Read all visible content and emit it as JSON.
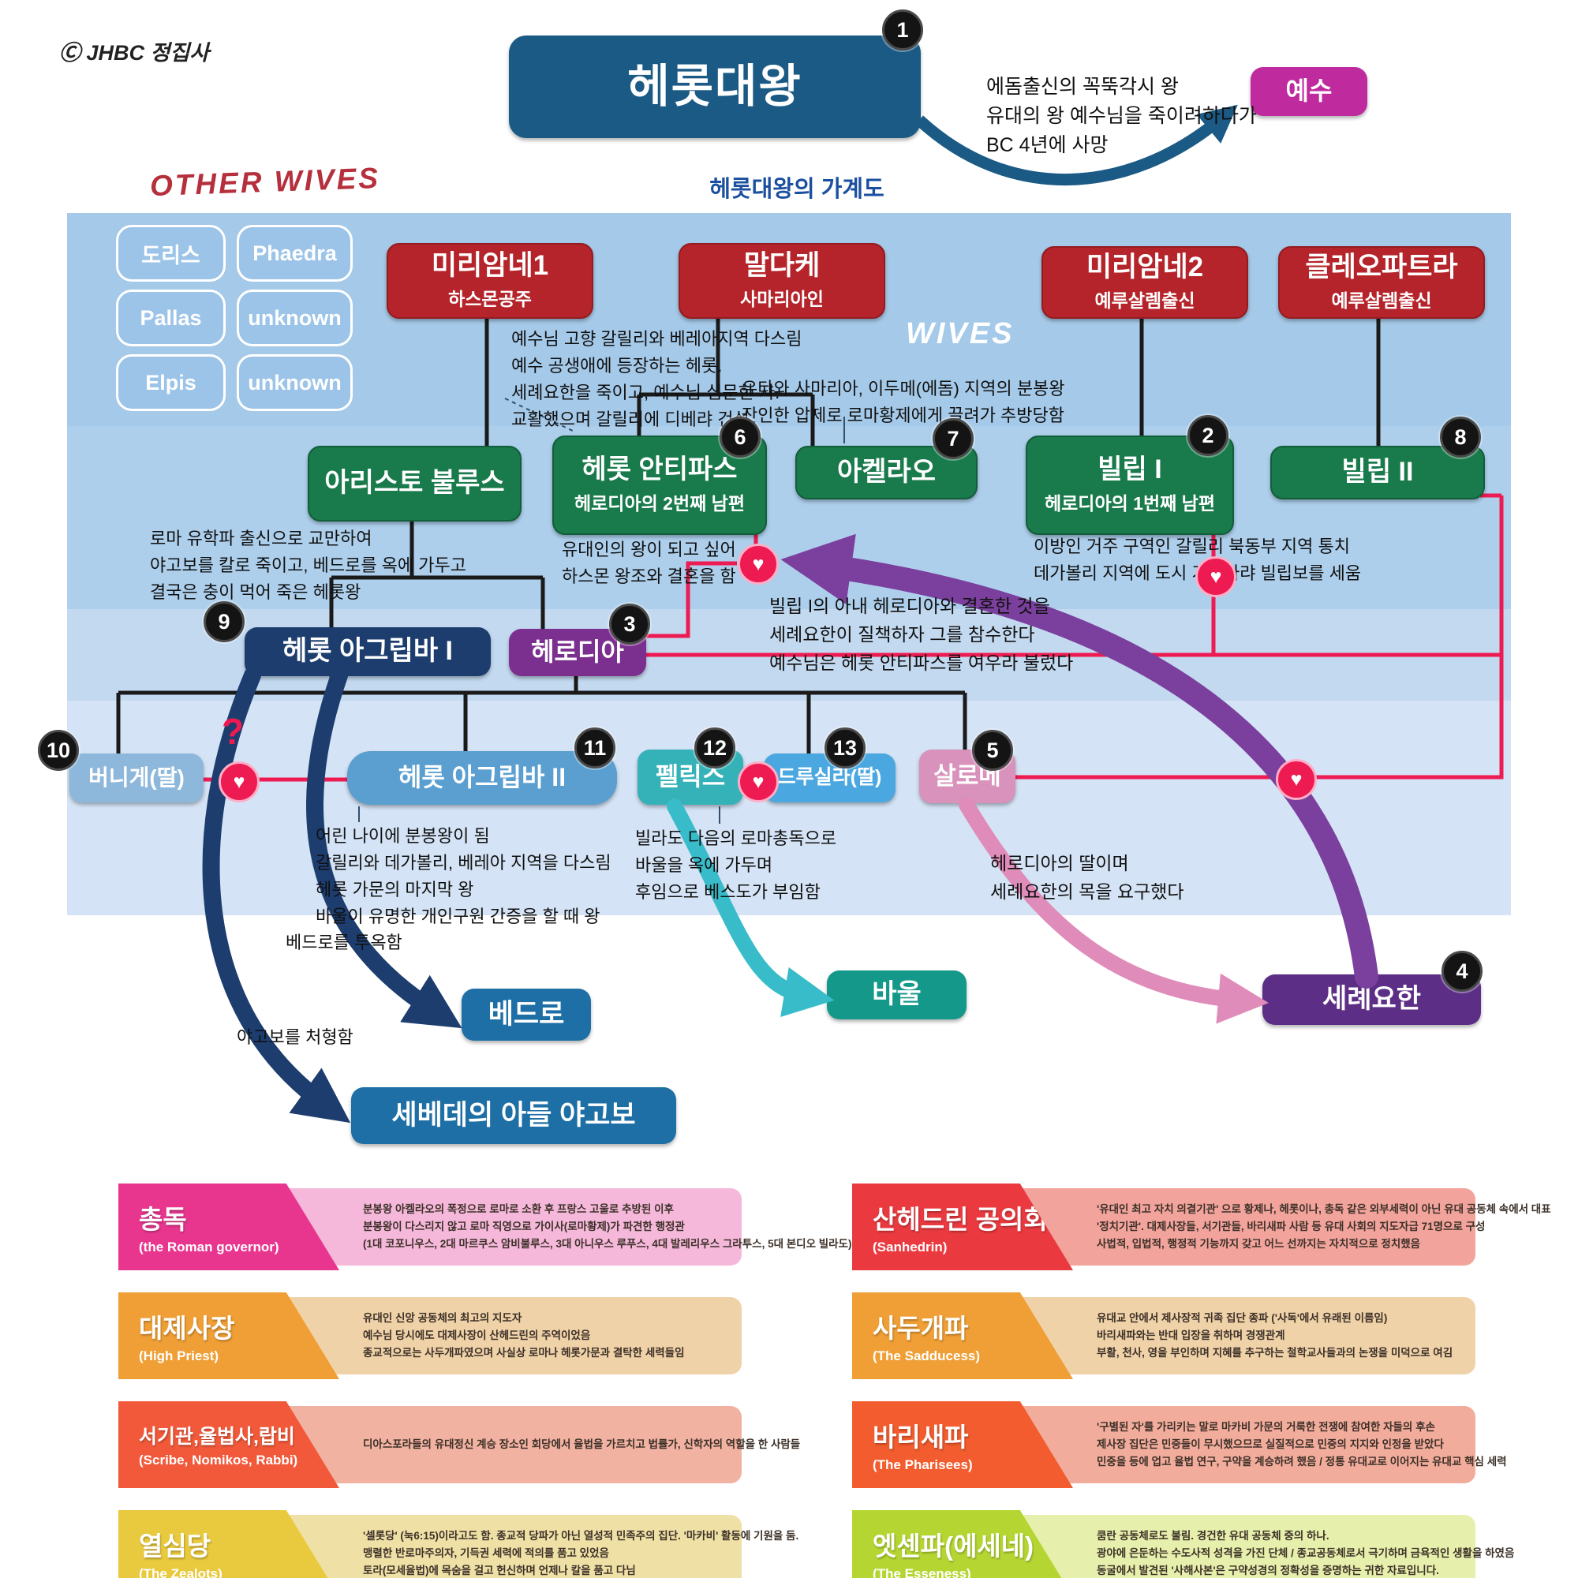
{
  "copyright": "Ⓒ JHBC 정집사",
  "header": {
    "king": {
      "name": "헤롯대왕",
      "badge": "1"
    },
    "king_note": [
      "에돔출신의 꼭뚝각시 왕",
      "유대의 왕 예수님을 죽이려하다가",
      "BC 4년에 사망"
    ],
    "jesus": {
      "name": "예수"
    },
    "subtitle": "헤롯대왕의 가계도",
    "other_wives_label": "OTHER WIVES",
    "wives_label": "WIVES"
  },
  "question_mark": "?",
  "other_wives": [
    {
      "name": "도리스"
    },
    {
      "name": "Phaedra"
    },
    {
      "name": "Pallas"
    },
    {
      "name": "unknown"
    },
    {
      "name": "Elpis"
    },
    {
      "name": "unknown"
    }
  ],
  "wives": [
    {
      "name": "미리암네1",
      "origin": "하스몬공주"
    },
    {
      "name": "말다케",
      "origin": "사마리아인"
    },
    {
      "name": "미리암네2",
      "origin": "예루살렘출신"
    },
    {
      "name": "클레오파트라",
      "origin": "예루살렘출신"
    }
  ],
  "sons": [
    {
      "name": "아리스토 불루스"
    },
    {
      "name": "헤롯 안티파스",
      "sub": "헤로디아의 2번째 남편",
      "badge": "6"
    },
    {
      "name": "아켈라오",
      "badge": "7"
    },
    {
      "name": "빌립 I",
      "sub": "헤로디아의 1번째 남편",
      "badge": "2"
    },
    {
      "name": "빌립 II",
      "badge": "8"
    }
  ],
  "gen3": [
    {
      "name": "헤롯 아그립바 I",
      "badge": "9"
    },
    {
      "name": "헤로디아",
      "badge": "3"
    }
  ],
  "gen4": [
    {
      "name": "버니게(딸)",
      "badge": "10"
    },
    {
      "name": "헤롯 아그립바 II",
      "badge": "11"
    },
    {
      "name": "펠릭스",
      "badge": "12"
    },
    {
      "name": "드루실라(딸)",
      "badge": "13"
    },
    {
      "name": "살로메",
      "badge": "5"
    }
  ],
  "figures": [
    {
      "name": "베드로"
    },
    {
      "name": "세베데의 아들 야고보"
    },
    {
      "name": "바울"
    },
    {
      "name": "세례요한",
      "badge": "4"
    }
  ],
  "notes": {
    "antipas_region": [
      "예수님 고향 갈릴리와 베레아지역 다스림",
      "예수 공생애에 등장하는 헤롯.",
      "세례요한을 죽이고, 예수님 심문한 자.",
      "교활했으며 갈릴리에 디베랴 건설."
    ],
    "archelaus": [
      "유다와 사마리아, 이두메(에돔) 지역의 분봉왕",
      "잔인한 압제로 로마황제에게 끌려가 추방당함"
    ],
    "aristobulus": [
      "로마 유학파 출신으로 교만하여",
      "야고보를 칼로 죽이고, 베드로를 옥에 가두고",
      "결국은 충이 먹어 죽은 헤롯왕"
    ],
    "antipas_marriage": [
      "유대인의 왕이 되고 싶어",
      "하스몬 왕조와 결혼을 함"
    ],
    "philip1": [
      "이방인 거주 구역인 갈릴리 북동부 지역 통치",
      "데가볼리 지역에 도시 가이사랴 빌립보를 세움"
    ],
    "herodias": [
      "빌립 I의 아내 헤로디아와 결혼한 것을",
      "세례요한이 질책하자 그를 참수한다",
      "예수님은 헤롯 안티파스를 여우라 불렀다"
    ],
    "agrippa2": [
      "어린 나이에 분봉왕이 됨",
      "갈릴리와 데가볼리, 베레아 지역을 다스림",
      "헤롯 가문의 마지막 왕",
      "바울이 유명한 개인구원 간증을 할 때 왕"
    ],
    "felix": [
      "빌라도 다음의 로마총독으로",
      "바울을  옥에 가두며",
      "후임으로 베스도가 부임함"
    ],
    "salome": [
      "헤로디아의 딸이며",
      "세례요한의 목을 요구했다"
    ],
    "peter_arrow": "베드로를 투옥함",
    "james_arrow": "야고보를 처형함"
  },
  "legend_left": [
    {
      "title": "총독",
      "sub": "(the Roman governor)",
      "lines": [
        "분봉왕 아켈라오의 폭정으로 로마로 소환 후 프랑스 고울로 추방된 이후",
        "분봉왕이 다스리지 않고 로마 직영으로 가이사(로마황제)가 파견한 행정관",
        "(1대 코포니우스, 2대 마르쿠스 암비불루스, 3대 아니우스 루푸스, 4대 발레리우스 그라투스, 5대 본디오 빌라도)"
      ]
    },
    {
      "title": "대제사장",
      "sub": "(High Priest)",
      "lines": [
        "유대인 신앙 공동체의 최고의 지도자",
        "예수님 당시에도 대제사장이 산헤드린의 주역이었음",
        "종교적으로는 사두개파였으며 사실상 로마나 헤롯가문과 결탁한 세력들임"
      ]
    },
    {
      "title": "서기관,율법사,랍비",
      "sub": "(Scribe, Nomikos, Rabbi)",
      "lines": [
        "디아스포라들의 유대정신 계승 장소인 회당에서 율법을 가르치고 법률가, 신학자의 역할을 한 사람들",
        "",
        ""
      ]
    },
    {
      "title": "열심당",
      "sub": "(The Zealots)",
      "lines": [
        "'셀롯당' (눅6:15)이라고도 함. 종교적 당파가 아닌 열성적 민족주의 집단. '마카비' 활동에 기원을 둠.",
        "맹렬한 반로마주의자, 기득권 세력에 적의를 품고 있었음",
        "토라(모세율법)에 목숨을 걸고 헌신하며 언제나 칼을 품고 다님"
      ]
    }
  ],
  "legend_right": [
    {
      "title": "산헤드린 공의회",
      "sub": "(Sanhedrin)",
      "lines": [
        "'유대인 최고 자치 의결기관' 으로 황제나, 헤롯이나, 총독 같은 외부세력이 아닌 유대 공동체 속에서 대표",
        "'정치기관'. 대제사장들, 서기관들, 바리새파 사람 등 유대 사회의 지도자급 71명으로 구성",
        "사법적, 입법적, 행정적 기능까지 갖고 어느 선까지는 자치적으로 정치했음"
      ]
    },
    {
      "title": "사두개파",
      "sub": "(The Sadducess)",
      "lines": [
        "유대교 안에서 제사장적 귀족 집단 종파 ('사독'에서 유래된 이름임)",
        "바리새파와는 반대 입장을 취하며 경쟁관계",
        "부활, 천사, 영을 부인하며 지혜를 추구하는 철학교사들과의 논쟁을 미덕으로 여김"
      ]
    },
    {
      "title": "바리새파",
      "sub": "(The Pharisees)",
      "lines": [
        "'구별된 자'를 가리키는 말로 마카비 가문의 거룩한 전쟁에 참여한 자들의 후손",
        "제사장 집단은 민중들이 무시했으므로 실질적으로 민중의 지지와 인정을 받았다",
        "민중을 등에 업고 율법 연구, 구약을 계승하려 했음 / 정통 유대교로 이어지는 유대교 핵심 세력"
      ]
    },
    {
      "title": "엣센파(에세네)",
      "sub": "(The Esseness)",
      "lines": [
        "쿰란 공동체로도 불림. 경건한 유대 공동체 중의 하나.",
        "광야에 은둔하는 수도사적 성격을 가진 단체 / 종교공동체로서 극기하며 금욕적인 생활을 하였음",
        "동굴에서 발견된 '사해사본'은 구약성경의 정확성을 증명하는 귀한 자료입니다."
      ]
    }
  ],
  "colors": {
    "king_box": "#1a5a85",
    "wife_box": "#b5242a",
    "son_box": "#197a4b",
    "herodias_box": "#7b2f8e",
    "jesus_box": "#bf2a9e",
    "marriage_line": "#ee1a52",
    "tree_line": "#1a1a1a",
    "purple_arrow": "#7b3f9d",
    "pink_arrow": "#e08cba",
    "teal_arrow": "#38bcca",
    "navy_arrow": "#1c3d6e"
  }
}
